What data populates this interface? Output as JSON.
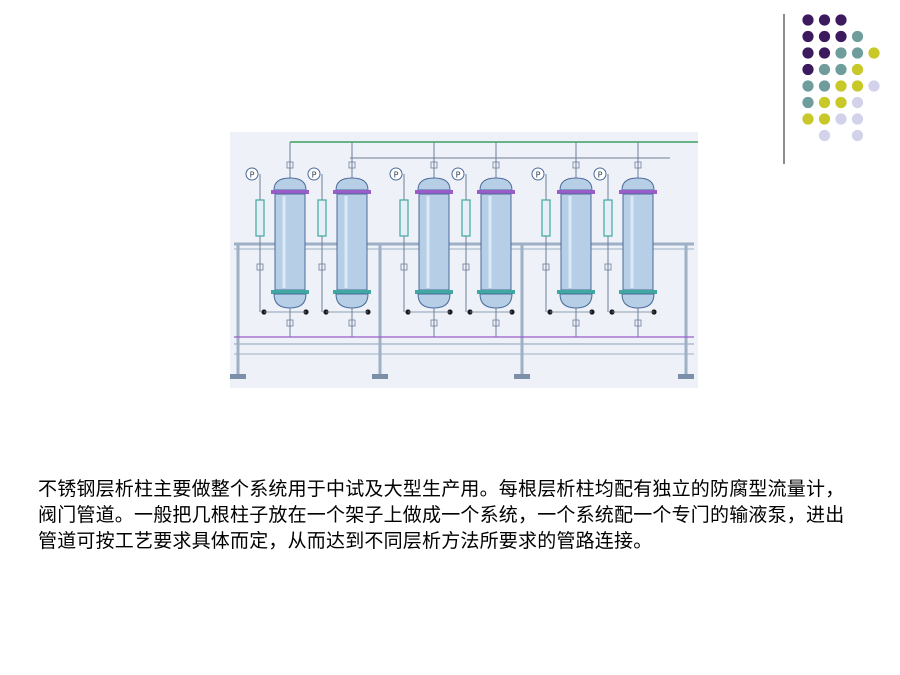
{
  "decoration": {
    "dot_colors": {
      "purple": "#3d1a5e",
      "teal": "#6f9d9c",
      "yellow": "#c8c828",
      "lavender": "#d2d2ea"
    },
    "dot_rows": [
      [
        "purple",
        "purple",
        "purple",
        null,
        null
      ],
      [
        "purple",
        "purple",
        "purple",
        "teal",
        null
      ],
      [
        "purple",
        "purple",
        "teal",
        "teal",
        "yellow"
      ],
      [
        "purple",
        "teal",
        "teal",
        "yellow",
        null
      ],
      [
        "teal",
        "teal",
        "yellow",
        "yellow",
        "lavender"
      ],
      [
        "teal",
        "yellow",
        "yellow",
        "lavender",
        null
      ],
      [
        "yellow",
        "yellow",
        "lavender",
        "lavender",
        null
      ],
      [
        null,
        "lavender",
        null,
        "lavender",
        null
      ]
    ],
    "divider_color": "#8c8c8c"
  },
  "figure": {
    "column_count": 6,
    "gauge_symbol": "P",
    "colors": {
      "column_fill": "#b7cfe6",
      "column_stroke": "#4a6a9a",
      "pipe": "#6d7f9a",
      "purple_band": "#9a5cc8",
      "teal_band": "#3fa8a0",
      "green_pipe": "#3aa060",
      "frame": "#9fb0c6"
    }
  },
  "caption": {
    "text": "不锈钢层析柱主要做整个系统用于中试及大型生产用。每根层析柱均配有独立的防腐型流量计，阀门管道。一般把几根柱子放在一个架子上做成一个系统，一个系统配一个专门的输液泵，进出管道可按工艺要求具体而定，从而达到不同层析方法所要求的管路连接。"
  }
}
